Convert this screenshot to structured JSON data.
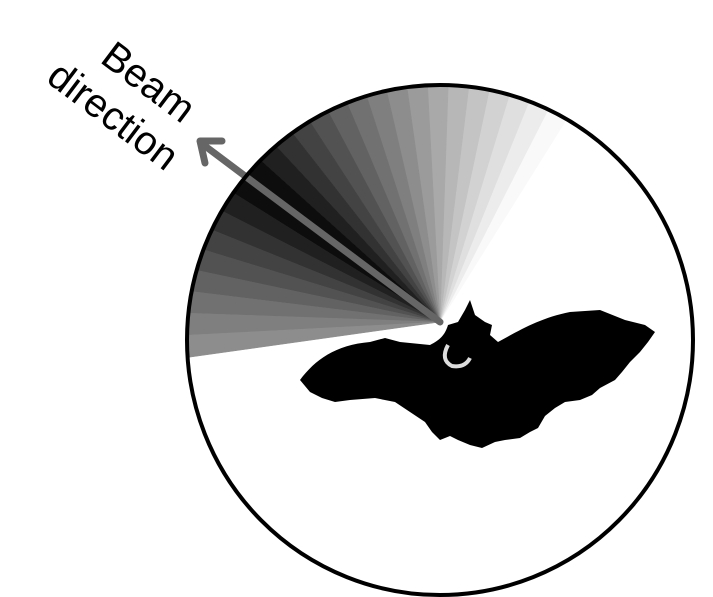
{
  "label": {
    "line1": "Beam",
    "line2": "direction"
  },
  "colors": {
    "background": "#ffffff",
    "outline": "#000000",
    "arrow": "#666666",
    "bat": "#000000"
  },
  "icons": {
    "subject": "bat-icon",
    "beam": "sonar-beam-fan",
    "pointer": "arrow-icon"
  }
}
